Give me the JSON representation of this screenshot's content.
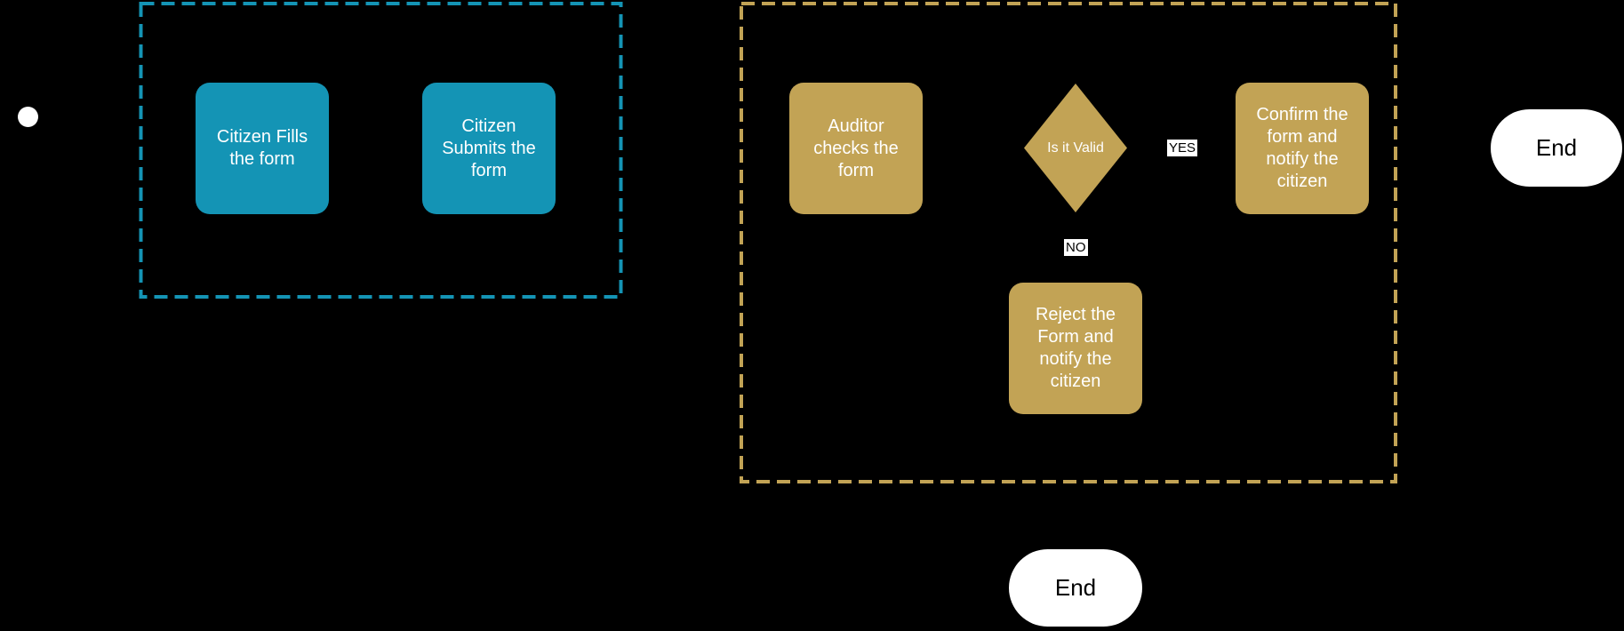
{
  "colors": {
    "background": "#000000",
    "citizen_accent": "#1494B5",
    "auditor_accent": "#C2A355",
    "node_text": "#FFFFFF",
    "start_fill": "#FFFFFF",
    "end_fill": "#FFFFFF",
    "end_text": "#000000",
    "edge_label_bg": "#FFFFFF",
    "edge_label_text": "#000000"
  },
  "flowchart": {
    "type": "swimlane-flowchart",
    "start_node": {
      "shape": "filled-circle"
    },
    "lanes": {
      "citizen": {
        "border_style": "dashed",
        "color": "#1494B5"
      },
      "auditor": {
        "border_style": "dashed",
        "color": "#C2A355"
      }
    },
    "process_nodes": {
      "fills": "Citizen Fills\nthe form",
      "submits": "Citizen\nSubmits the\nform",
      "auditor": "Auditor\nchecks the\nform",
      "confirm": "Confirm the\nform and\nnotify the\ncitizen",
      "reject": "Reject the\nForm and\nnotify the\ncitizen"
    },
    "decision_node": {
      "label": "Is it Valid"
    },
    "edge_labels": {
      "yes": "YES",
      "no": "NO"
    },
    "end_nodes": {
      "right_end": "End",
      "bottom_end": "End"
    }
  }
}
